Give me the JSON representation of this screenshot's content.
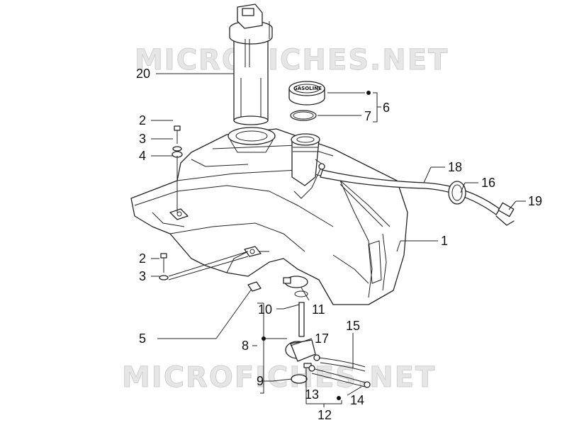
{
  "watermark": {
    "top": "MICROFICHES.NET",
    "bottom": "MICROFICHES.NET"
  },
  "cap_text": "GASOLINE",
  "callouts": {
    "c1": "1",
    "c2a": "2",
    "c2b": "2",
    "c3a": "3",
    "c3b": "3",
    "c4": "4",
    "c5": "5",
    "c6": "6",
    "c7": "7",
    "c8": "8",
    "c9": "9",
    "c10": "10",
    "c11": "11",
    "c12": "12",
    "c13": "13",
    "c14": "14",
    "c15": "15",
    "c16": "16",
    "c17": "17",
    "c18": "18",
    "c19": "19",
    "c20": "20"
  }
}
